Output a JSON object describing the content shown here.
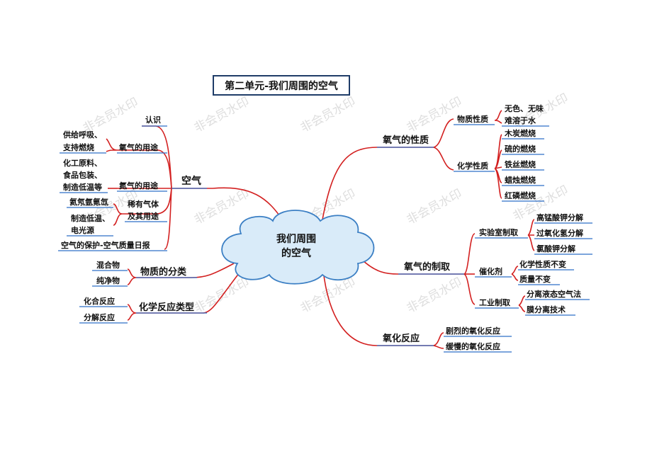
{
  "title": "第二单元-我们周围的空气",
  "center": {
    "line1": "我们周围",
    "line2": "的空气"
  },
  "watermark": "非会员水印",
  "left": {
    "kongqi": {
      "label": "空气",
      "renshi": "认识",
      "oxygen_use": {
        "label": "氧气的用途",
        "detail1": "供给呼吸、",
        "detail2": "支持燃烧"
      },
      "nitrogen_use": {
        "label": "氮气的用途",
        "detail1": "化工原料、",
        "detail2": "食品包装、",
        "detail3": "制造低温等"
      },
      "rare_gas": {
        "label1": "稀有气体",
        "label2": "及其用途",
        "gases": "氦氖氩氪氙",
        "use1": "制造低温、",
        "use2": "电光源"
      },
      "protection": "空气的保护-空气质量日报"
    },
    "classification": {
      "label": "物质的分类",
      "items": [
        "混合物",
        "纯净物"
      ]
    },
    "reaction_types": {
      "label": "化学反应类型",
      "items": [
        "化合反应",
        "分解反应"
      ]
    }
  },
  "right": {
    "properties": {
      "label": "氧气的性质",
      "physical": {
        "label": "物质性质",
        "items": [
          "无色、无味",
          "难溶于水"
        ]
      },
      "chemical": {
        "label": "化学性质",
        "items": [
          "木炭燃烧",
          "硫的燃烧",
          "铁丝燃烧",
          "蜡烛燃烧",
          "红磷燃烧"
        ]
      }
    },
    "preparation": {
      "label": "氧气的制取",
      "lab": {
        "label": "实验室制取",
        "items": [
          "高锰酸钾分解",
          "过氧化氢分解",
          "氯酸钾分解"
        ]
      },
      "catalyst": {
        "label": "催化剂",
        "items": [
          "化学性质不变",
          "质量不变"
        ]
      },
      "industrial": {
        "label": "工业制取",
        "items": [
          "分离液态空气法",
          "膜分离技术"
        ]
      }
    },
    "oxidation": {
      "label": "氧化反应",
      "items": [
        "剧烈的氧化反应",
        "缓慢的氧化反应"
      ]
    }
  },
  "colors": {
    "branch": "#d32020",
    "underline": "#2f6fc8",
    "cloud_fill": "#d9ebf9",
    "cloud_stroke": "#3b7fc4"
  }
}
